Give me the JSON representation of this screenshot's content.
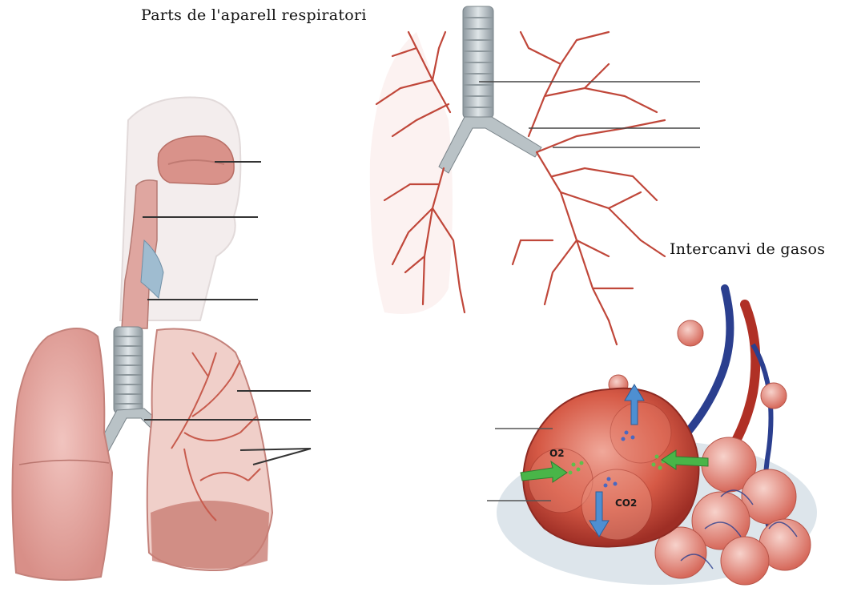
{
  "titles": {
    "respiratory_parts": "Parts de l'aparell respiratori",
    "gas_exchange": "Intercanvi de gasos"
  },
  "gas_labels": {
    "oxygen": "O2",
    "carbon_dioxide": "CO2"
  },
  "colors": {
    "lung_tissue": "#e7a9a3",
    "bronchi": "#c24a3c",
    "trachea": "#b9c2c6",
    "alveolus": "#d2523f",
    "vein_blue": "#2b3f8f",
    "arrow_green": "#49b548",
    "arrow_blue": "#4e8fd2",
    "label_line": "#333333"
  }
}
